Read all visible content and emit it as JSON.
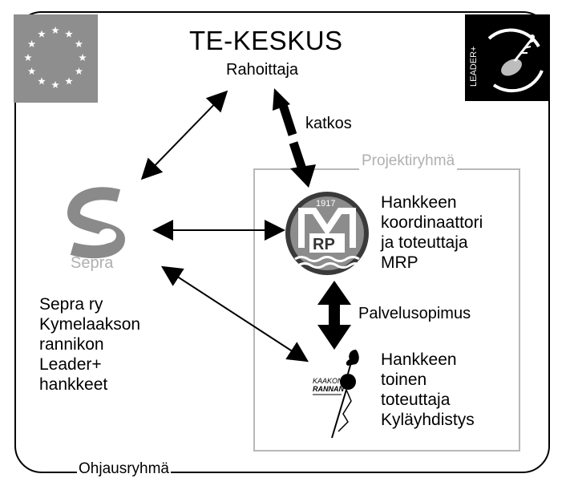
{
  "header": {
    "title": "TE-KESKUS",
    "subtitle": "Rahoittaja"
  },
  "labels": {
    "katkos": "katkos",
    "palvelusopimus": "Palvelusopimus"
  },
  "groups": {
    "projektiryhma": "Projektiryhmä",
    "ohjausryhma": "Ohjausryhmä"
  },
  "sepra": {
    "logo_text": "Sepra",
    "lines": [
      "Sepra ry",
      "Kymelaakson",
      "rannikon",
      "Leader+",
      "hankkeet"
    ]
  },
  "mrp": {
    "logo_year": "1917",
    "logo_letters": "RP",
    "lines": [
      "Hankkeen",
      "koordinaattori",
      "ja toteuttaja",
      "MRP"
    ]
  },
  "kyla": {
    "logo_line1": "KAAKON",
    "logo_line2": "RANNAN",
    "lines": [
      "Hankkeen",
      "toinen",
      "toteuttaja",
      "Kyläyhdistys"
    ]
  },
  "leader_logo": {
    "text": "LEADER+"
  },
  "colors": {
    "frame": "#000000",
    "project_frame": "#b8b8b8",
    "eu_flag": "#8e8e8e",
    "star": "#ffffff"
  },
  "icons": {
    "eu_flag": "eu-flag-icon",
    "leader": "leader-plus-icon",
    "sepra": "sepra-logo-icon",
    "mrp": "mrp-logo-icon",
    "kyla": "kylayhdistys-logo-icon"
  }
}
